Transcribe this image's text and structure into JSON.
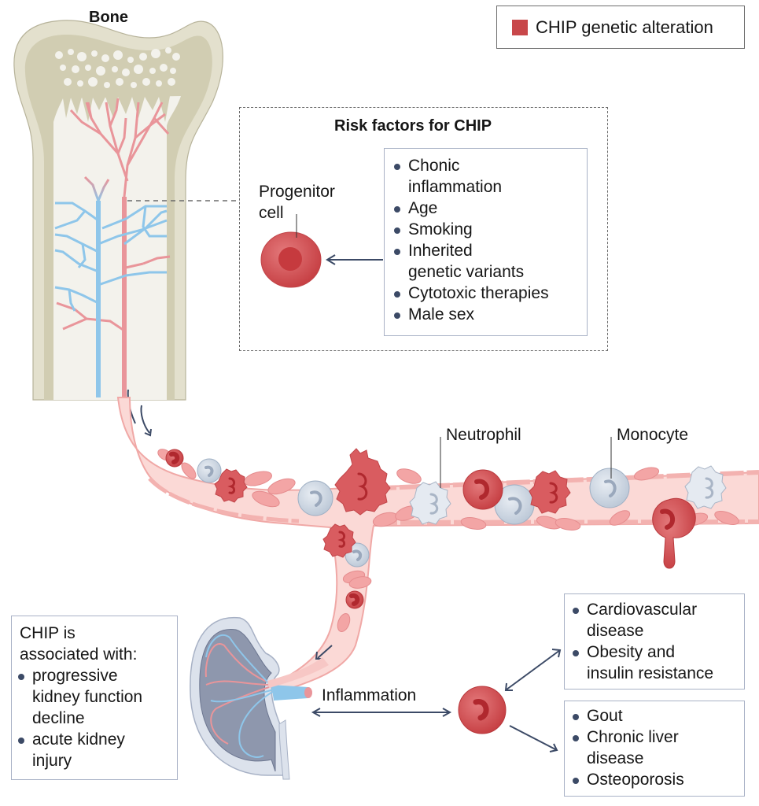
{
  "legend": {
    "label": "CHIP genetic alteration",
    "swatch_color": "#c8474a"
  },
  "bone": {
    "title": "Bone"
  },
  "risk_factors": {
    "title": "Risk factors for CHIP",
    "progenitor_label": "Progenitor\ncell",
    "items": [
      "Chonic\ninflammation",
      "Age",
      "Smoking",
      "Inherited\ngenetic variants",
      "Cytotoxic therapies",
      "Male sex"
    ]
  },
  "vessel_labels": {
    "neutrophil": "Neutrophil",
    "monocyte": "Monocyte"
  },
  "kidney_box": {
    "heading": "CHIP is\nassociated with:",
    "items": [
      "progressive\nkidney function\ndecline",
      "acute kidney\ninjury"
    ]
  },
  "inflammation_label": "Inflammation",
  "outcomes_top": {
    "items": [
      "Cardiovascular\ndisease",
      "Obesity and\ninsulin resistance"
    ]
  },
  "outcomes_bottom": {
    "items": [
      "Gout",
      "Chronic liver\ndisease",
      "Osteoporosis"
    ]
  },
  "colors": {
    "chip_red": "#c8474a",
    "artery": "#e9959a",
    "vein": "#8ec6ea",
    "vessel_fill": "#fbd9d6",
    "bone_outer": "#e3e0cd",
    "bone_cortex": "#d1cdb2",
    "marrow": "#f3f2ec",
    "arrow": "#3c4a66",
    "white_cell": "#d3dbe6"
  }
}
